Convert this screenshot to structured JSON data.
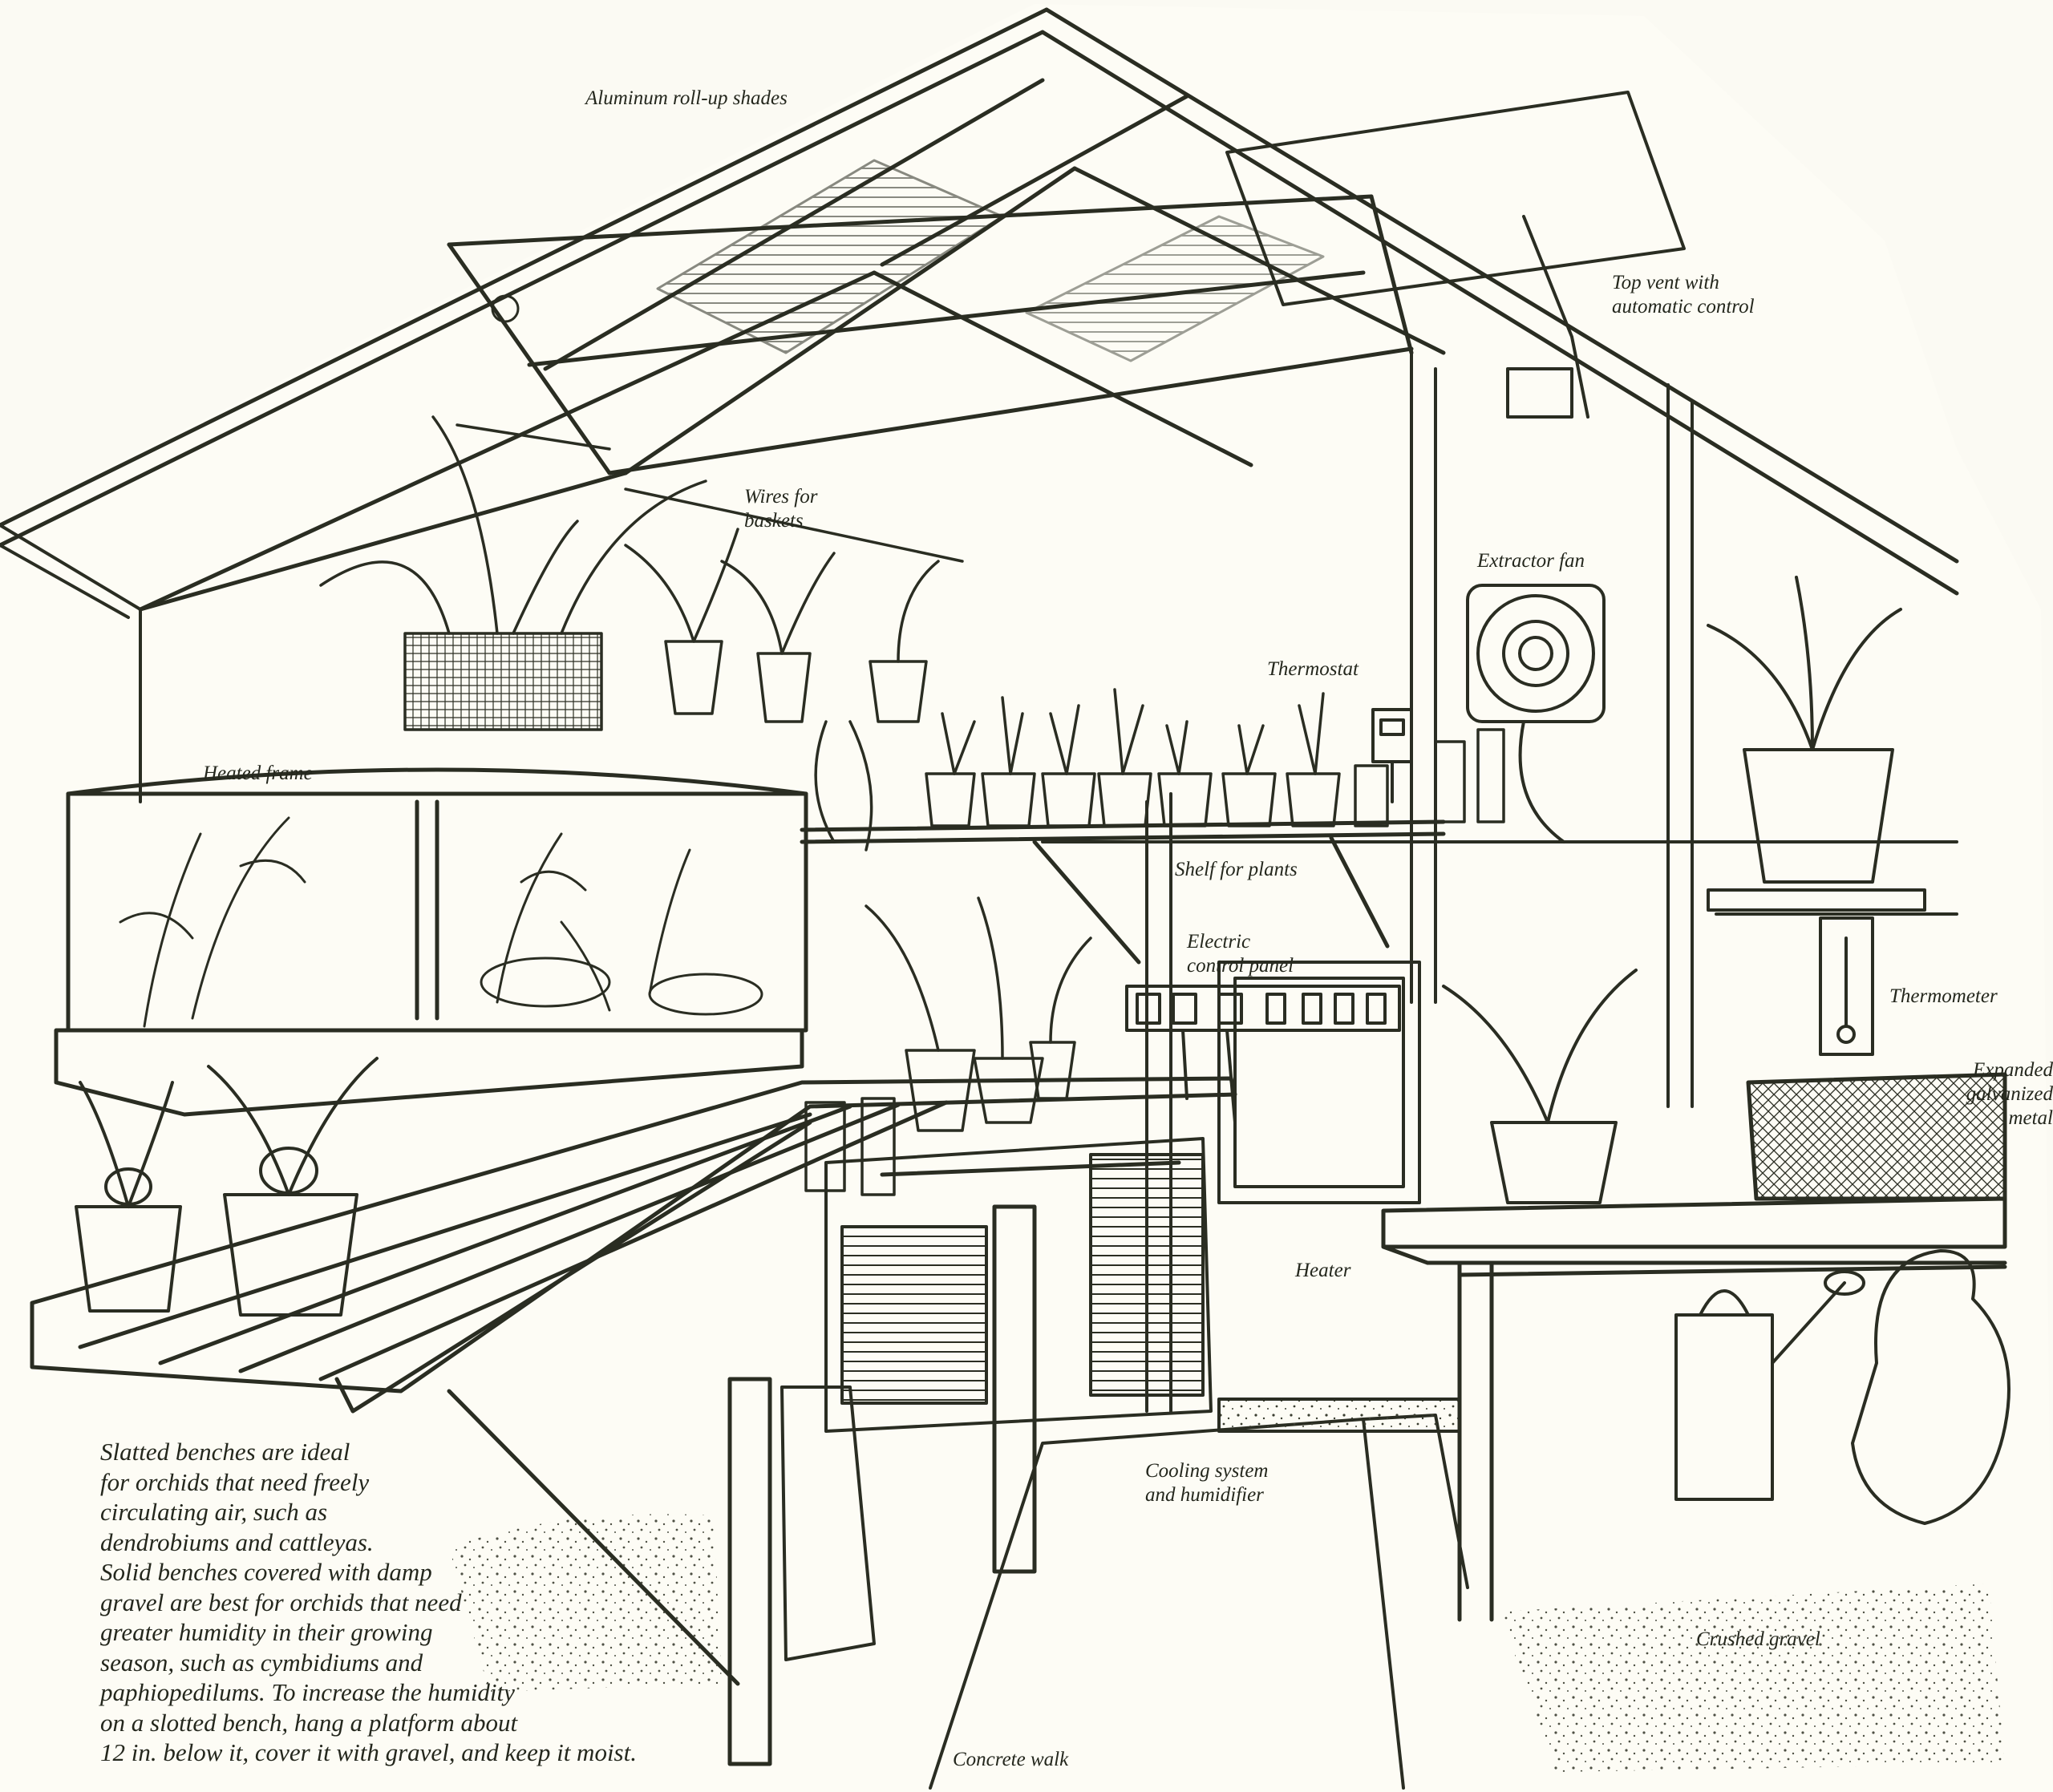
{
  "labels": {
    "roll_up_shades": "Aluminum roll-up shades",
    "top_vent": [
      "Top vent with",
      "automatic control"
    ],
    "wires": [
      "Wires for",
      "baskets"
    ],
    "extractor_fan": "Extractor fan",
    "thermostat": "Thermostat",
    "heated_frame": "Heated frame",
    "shelf": "Shelf for plants",
    "control_panel": [
      "Electric",
      "control panel"
    ],
    "thermometer": "Thermometer",
    "metal": [
      "Expanded",
      "galvanized",
      "metal"
    ],
    "heater": "Heater",
    "cooling": [
      "Cooling system",
      "and humidifier"
    ],
    "gravel": "Crushed gravel",
    "walk": "Concrete walk"
  },
  "caption_lines": [
    "Slatted benches are ideal",
    "for orchids that need freely",
    "circulating air, such as",
    "dendrobiums and cattleyas.",
    "Solid benches covered with damp",
    "gravel are best for orchids that need",
    "greater humidity in their growing",
    "season, such as cymbidiums and",
    "paphiopedilums. To increase the humidity",
    "on a slotted bench, hang a platform about",
    "12 in. below it, cover it with gravel, and keep it moist."
  ]
}
